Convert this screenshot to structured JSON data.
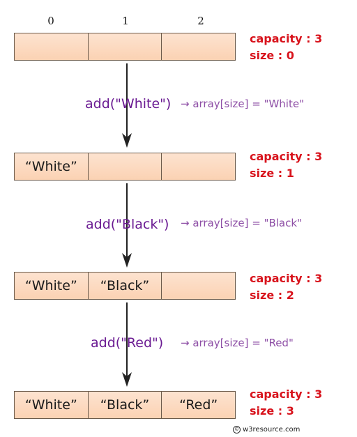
{
  "indices": [
    "0",
    "1",
    "2"
  ],
  "steps": [
    {
      "cells": [
        "",
        "",
        ""
      ],
      "capacity": "capacity : 3",
      "size": "size : 0"
    },
    {
      "cells": [
        "“White”",
        "",
        ""
      ],
      "capacity": "capacity : 3",
      "size": "size : 1"
    },
    {
      "cells": [
        "“White”",
        "“Black”",
        ""
      ],
      "capacity": "capacity : 3",
      "size": "size : 2"
    },
    {
      "cells": [
        "“White”",
        "“Black”",
        "“Red”"
      ],
      "capacity": "capacity : 3",
      "size": "size : 3"
    }
  ],
  "operations": [
    {
      "call": "add(\"White\")",
      "assign": "→ array[size] = \"White\""
    },
    {
      "call": "add(\"Black\")",
      "assign": "→ array[size] = \"Black\""
    },
    {
      "call": "add(\"Red\")",
      "assign": "→ array[size] = \"Red\""
    }
  ],
  "footer": {
    "text": "w3resource.com",
    "icon": "copyright-icon",
    "icon_glyph": "©"
  },
  "colors": {
    "cell_fill": "#fbd2b3",
    "info": "#d8131c",
    "call": "#6a1a92",
    "assign": "#8e4fa6"
  }
}
